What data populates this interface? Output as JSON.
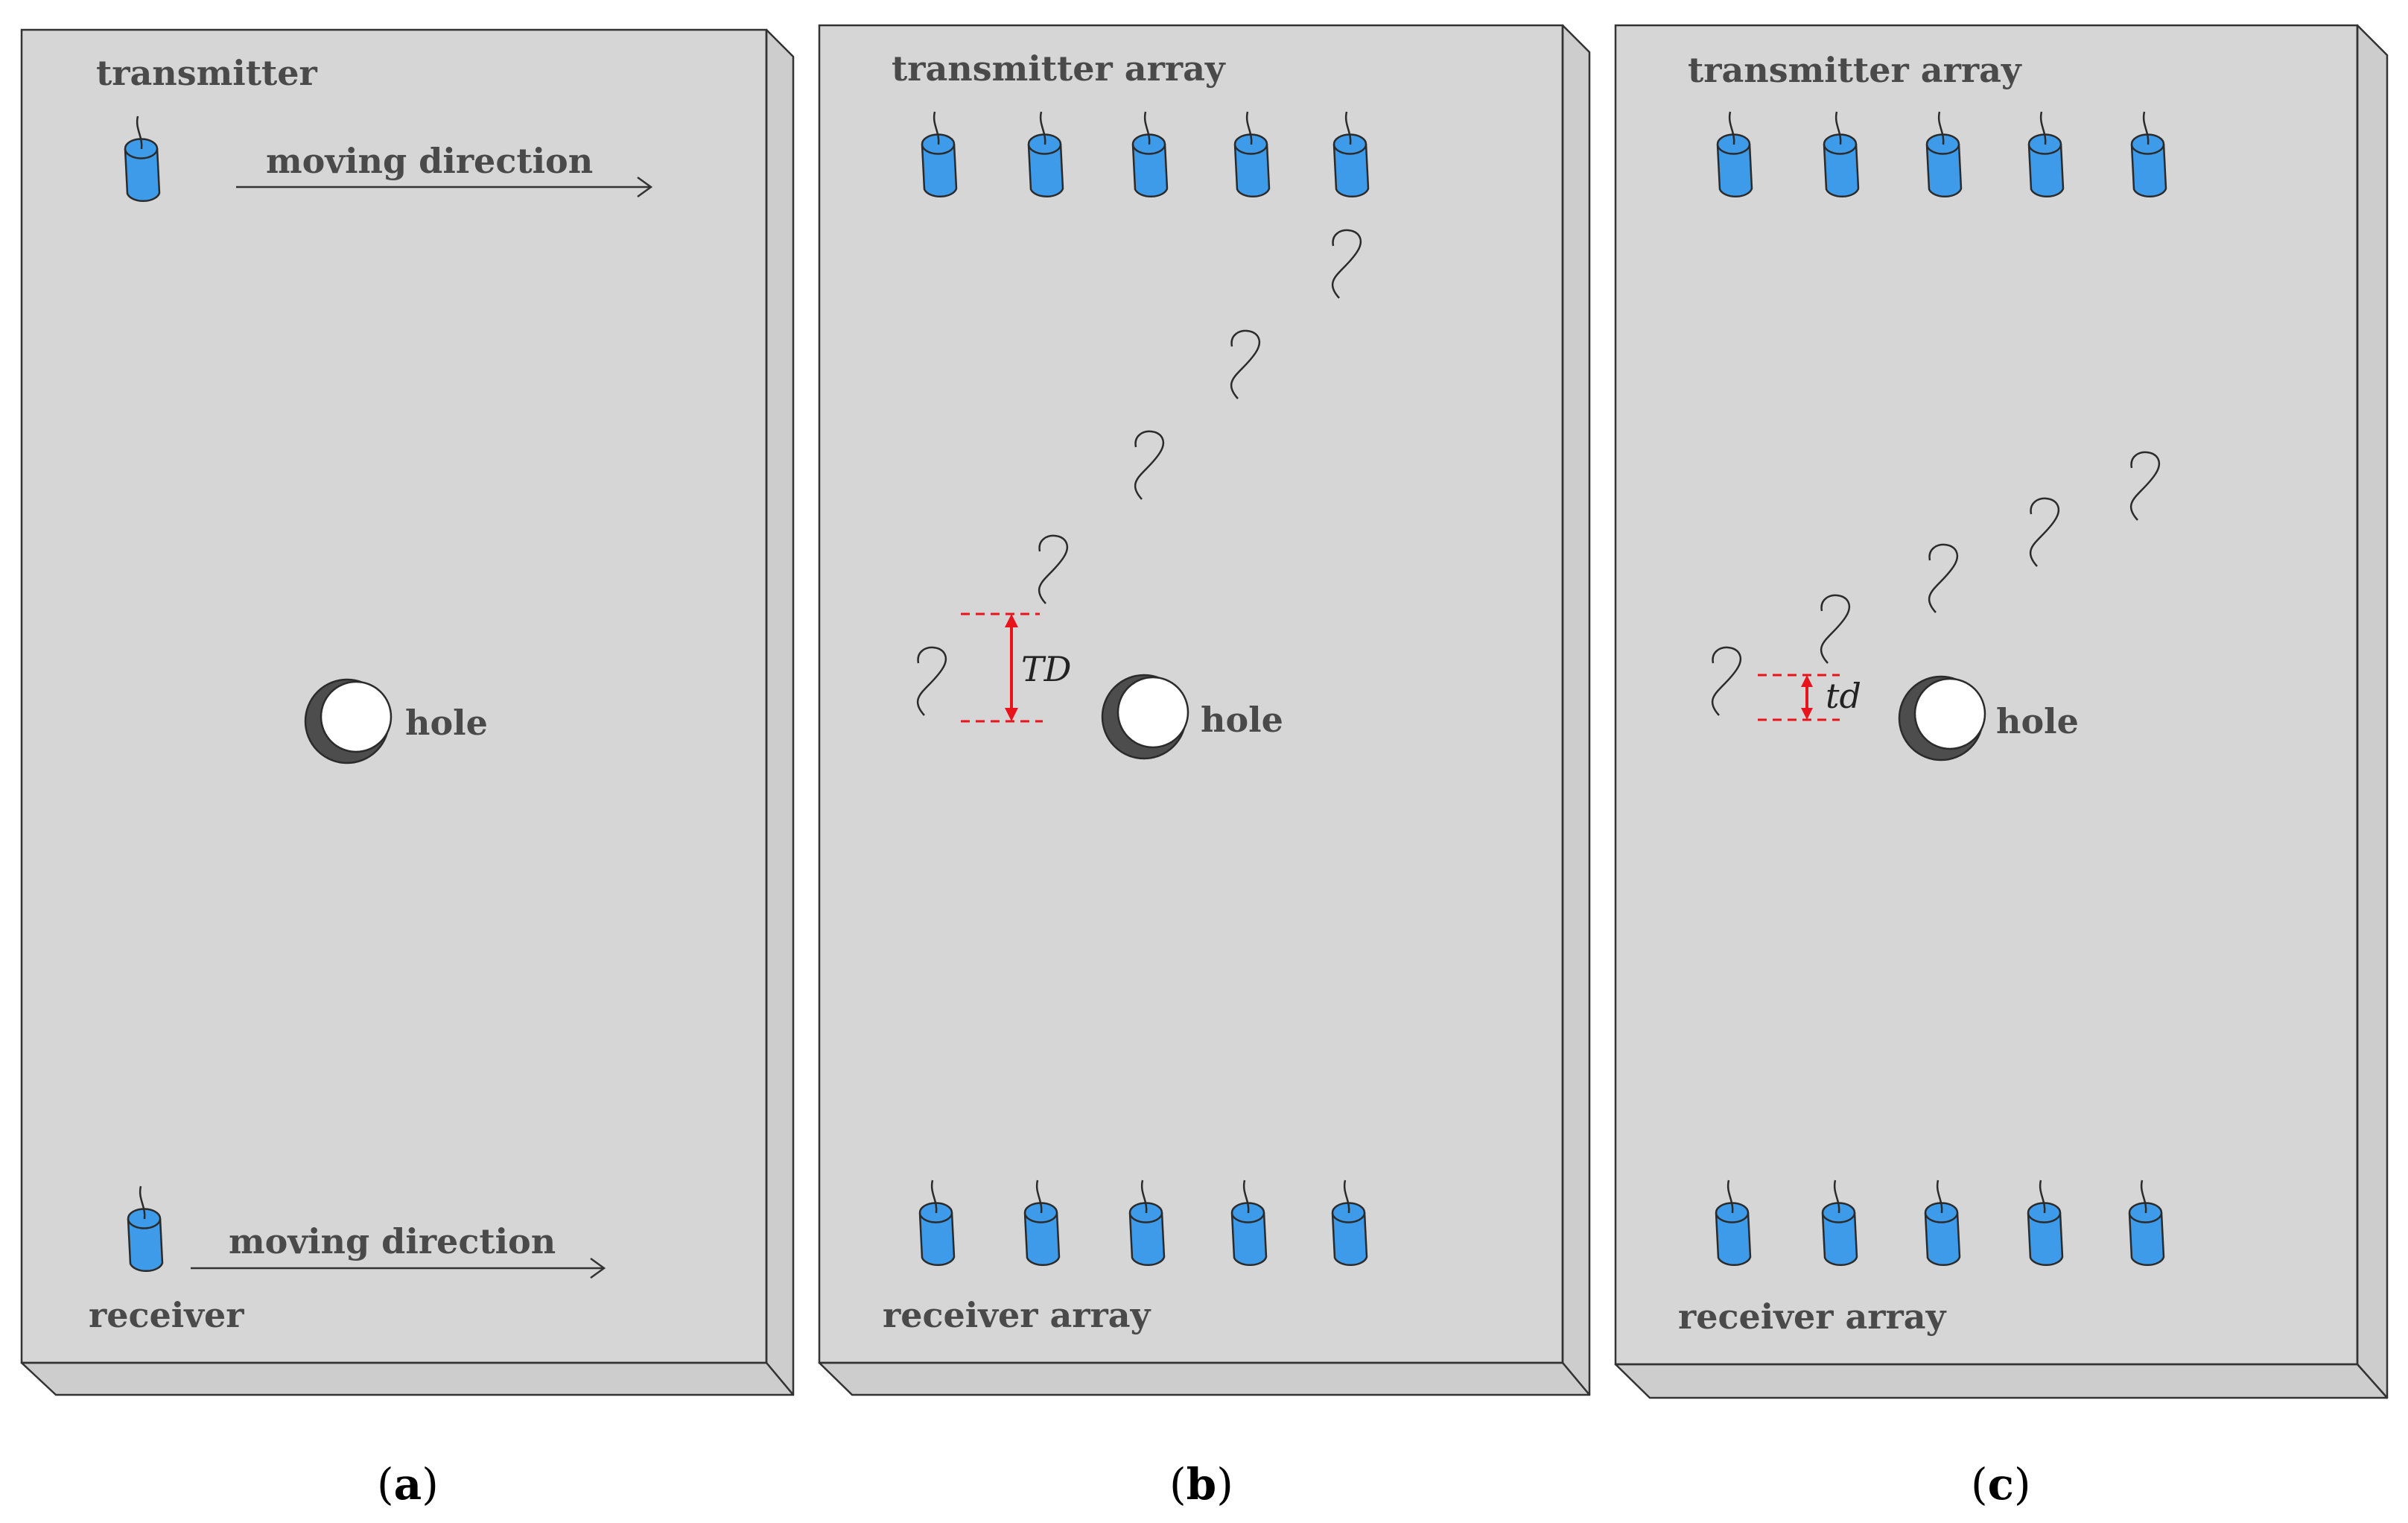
{
  "colors": {
    "plate": "#d6d6d6",
    "plate_edge": "#c8c8c8",
    "outline": "#333333",
    "transducer": "#3d9be9",
    "hole_shadow": "#4d4d4d",
    "dimension": "#e8141c"
  },
  "icons": {
    "transducer": "cylinder-transducer-icon",
    "wave": "wave-icon",
    "hole": "hole-icon"
  },
  "panels": [
    {
      "caption_open": "(",
      "caption_letter": "a",
      "caption_close": ")",
      "top_label": "transmitter",
      "bottom_label": "receiver",
      "hole_label": "hole",
      "top_arrow_label": "moving direction",
      "bottom_arrow_label": "moving direction"
    },
    {
      "caption_open": "(",
      "caption_letter": "b",
      "caption_close": ")",
      "top_label": "transmitter array",
      "bottom_label": "receiver array",
      "hole_label": "hole",
      "dimension_label": "TD"
    },
    {
      "caption_open": "(",
      "caption_letter": "c",
      "caption_close": ")",
      "top_label": "transmitter array",
      "bottom_label": "receiver array",
      "hole_label": "hole",
      "dimension_label": "td"
    }
  ]
}
